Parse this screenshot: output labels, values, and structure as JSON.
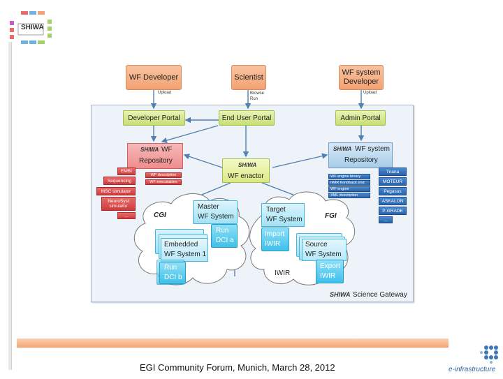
{
  "logo": {
    "text": "SHIWA"
  },
  "roles": {
    "wf_developer": "WF Developer",
    "scientist": "Scientist",
    "wf_system_developer_l1": "WF system",
    "wf_system_developer_l2": "Developer"
  },
  "edge_labels": {
    "upload_left": "Upload",
    "browse": "Browse",
    "run": "Run",
    "upload_right": "Upload"
  },
  "portals": {
    "developer": "Developer  Portal",
    "end_user": "End User Portal",
    "admin": "Admin Portal"
  },
  "wf_repository": {
    "logo": "SHIWA",
    "line1": "WF",
    "line2": "Repository",
    "tabs": [
      "EMBI",
      "Sequencing",
      "MSC simulator",
      "NeuroSyst simulator",
      "..."
    ],
    "tags": [
      "WF description",
      "WF executables"
    ]
  },
  "wf_system_repository": {
    "logo": "SHIWA",
    "line1": "WF system",
    "line2": "Repository",
    "tags": [
      "WF engine binary",
      "IWIR front/back end",
      "WF engine",
      "XML description"
    ],
    "tabs": [
      "Triana",
      "MOTEUR",
      "Pegasus",
      "ASKALON",
      "P-GRADE",
      "..."
    ]
  },
  "enactor": {
    "logo": "SHIWA",
    "label": "WF enactor"
  },
  "cgi": {
    "label": "CGI",
    "master_l1": "Master",
    "master_l2": "WF System",
    "run_dci_a_l1": "Run",
    "run_dci_a_l2": "DCI a",
    "embedded_l1": "Embedded",
    "embedded_l2": "WF System 1",
    "run_dci_b_l1": "Run",
    "run_dci_b_l2": "DCI b"
  },
  "fgi": {
    "label": "FGI",
    "target_l1": "Target",
    "target_l2": "WF System",
    "import_l1": "Import",
    "import_l2": "IWIR",
    "source_l1": "Source",
    "source_l2": "WF System",
    "export_l1": "Export",
    "export_l2": "IWIR",
    "iwir": "IWIR"
  },
  "gateway": {
    "logo": "SHIWA",
    "label": "Science Gateway"
  },
  "footer": {
    "text": "EGI Community Forum, Munich, March 28, 2012",
    "brand": "e-infrastructure"
  },
  "colors": {
    "background": "#ffffff",
    "panel": "#eef3f9",
    "accent_bar": "#f5b88f",
    "arrow": "#4f7fb3"
  }
}
